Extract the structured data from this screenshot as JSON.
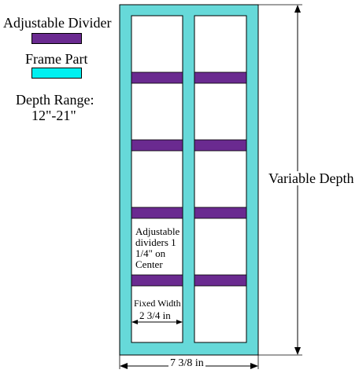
{
  "legend": {
    "divider_label": "Adjustable Divider",
    "frame_label": "Frame Part",
    "depth_range_title": "Depth Range:",
    "depth_range_value": "12\"-21\""
  },
  "labels": {
    "variable_depth": "Variable Depth",
    "overall_width": "7 3/8 in",
    "fixed_width_title": "Fixed Width",
    "fixed_width_value": "2 3/4 in",
    "divider_spacing_note": "Adjustable dividers 1 1/4\" on Center"
  },
  "colors": {
    "frame": "#66d9d9",
    "divider": "#6a2a90",
    "legend_frame_swatch": "#00f0f0",
    "legend_divider_swatch": "#6a2a90",
    "outline": "#000000"
  },
  "divider_rows": 4
}
